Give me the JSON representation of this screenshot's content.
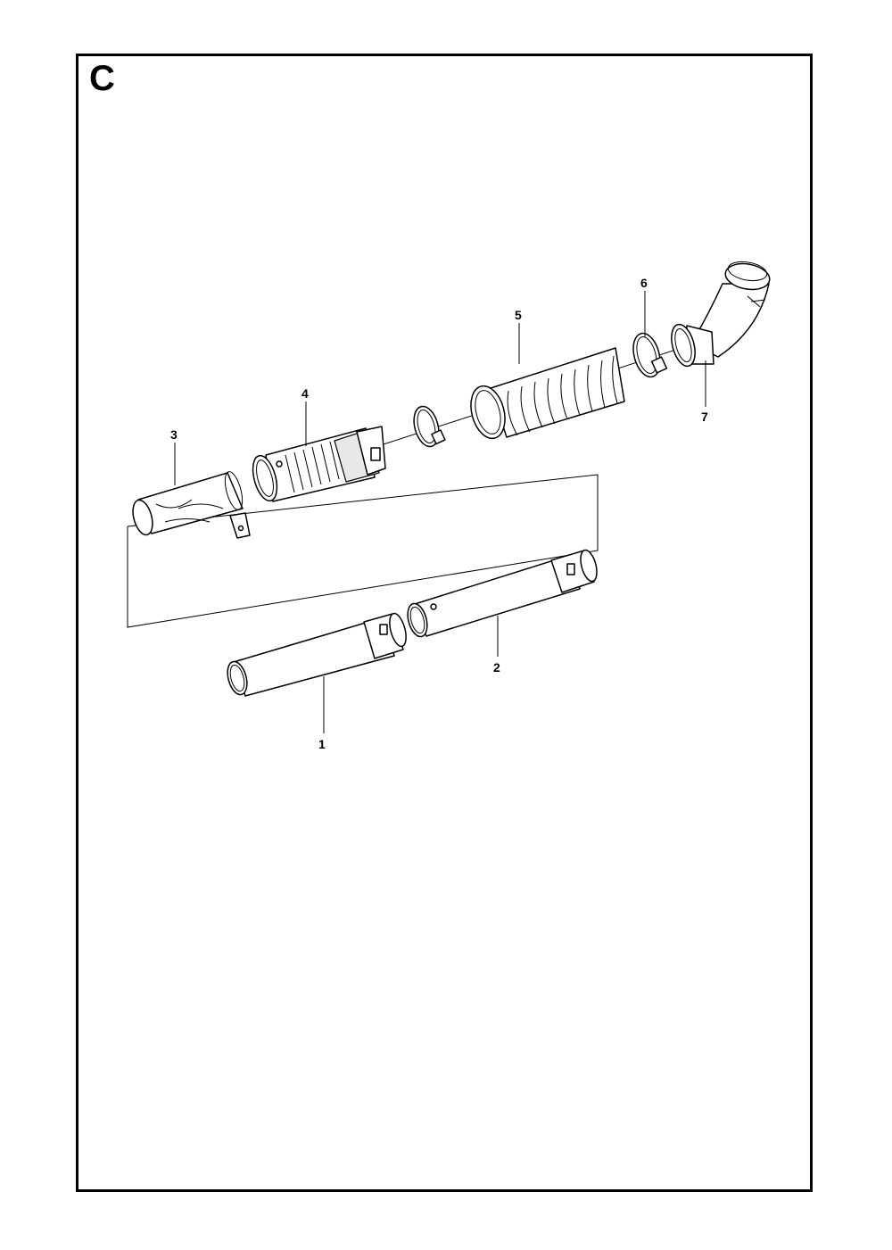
{
  "section_letter": "C",
  "callouts": {
    "p1": "1",
    "p2": "2",
    "p3": "3",
    "p4": "4",
    "p5": "5",
    "p6": "6",
    "p7": "7"
  }
}
